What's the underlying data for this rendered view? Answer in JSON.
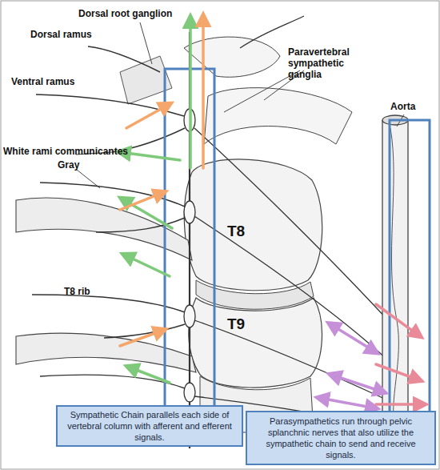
{
  "diagram": {
    "nodes": [
      {
        "text": [
          "Sympathetic Chain parallels each side of vertebral column with afferent and efferent signals."
        ]
      },
      {
        "text": [
          "Parasympathetics run through pelvic splanchnic nerves that also utilize the sympathetic chain to send and receive signals."
        ]
      }
    ],
    "labels": [
      "Dorsal root ganglion",
      "Dorsal ramus",
      "Paravertebral sympathetic ganglia",
      "Ventral ramus",
      "White rami communicantes",
      "Gray",
      "Aorta",
      "T8",
      "T8 rib",
      "T9"
    ]
  }
}
